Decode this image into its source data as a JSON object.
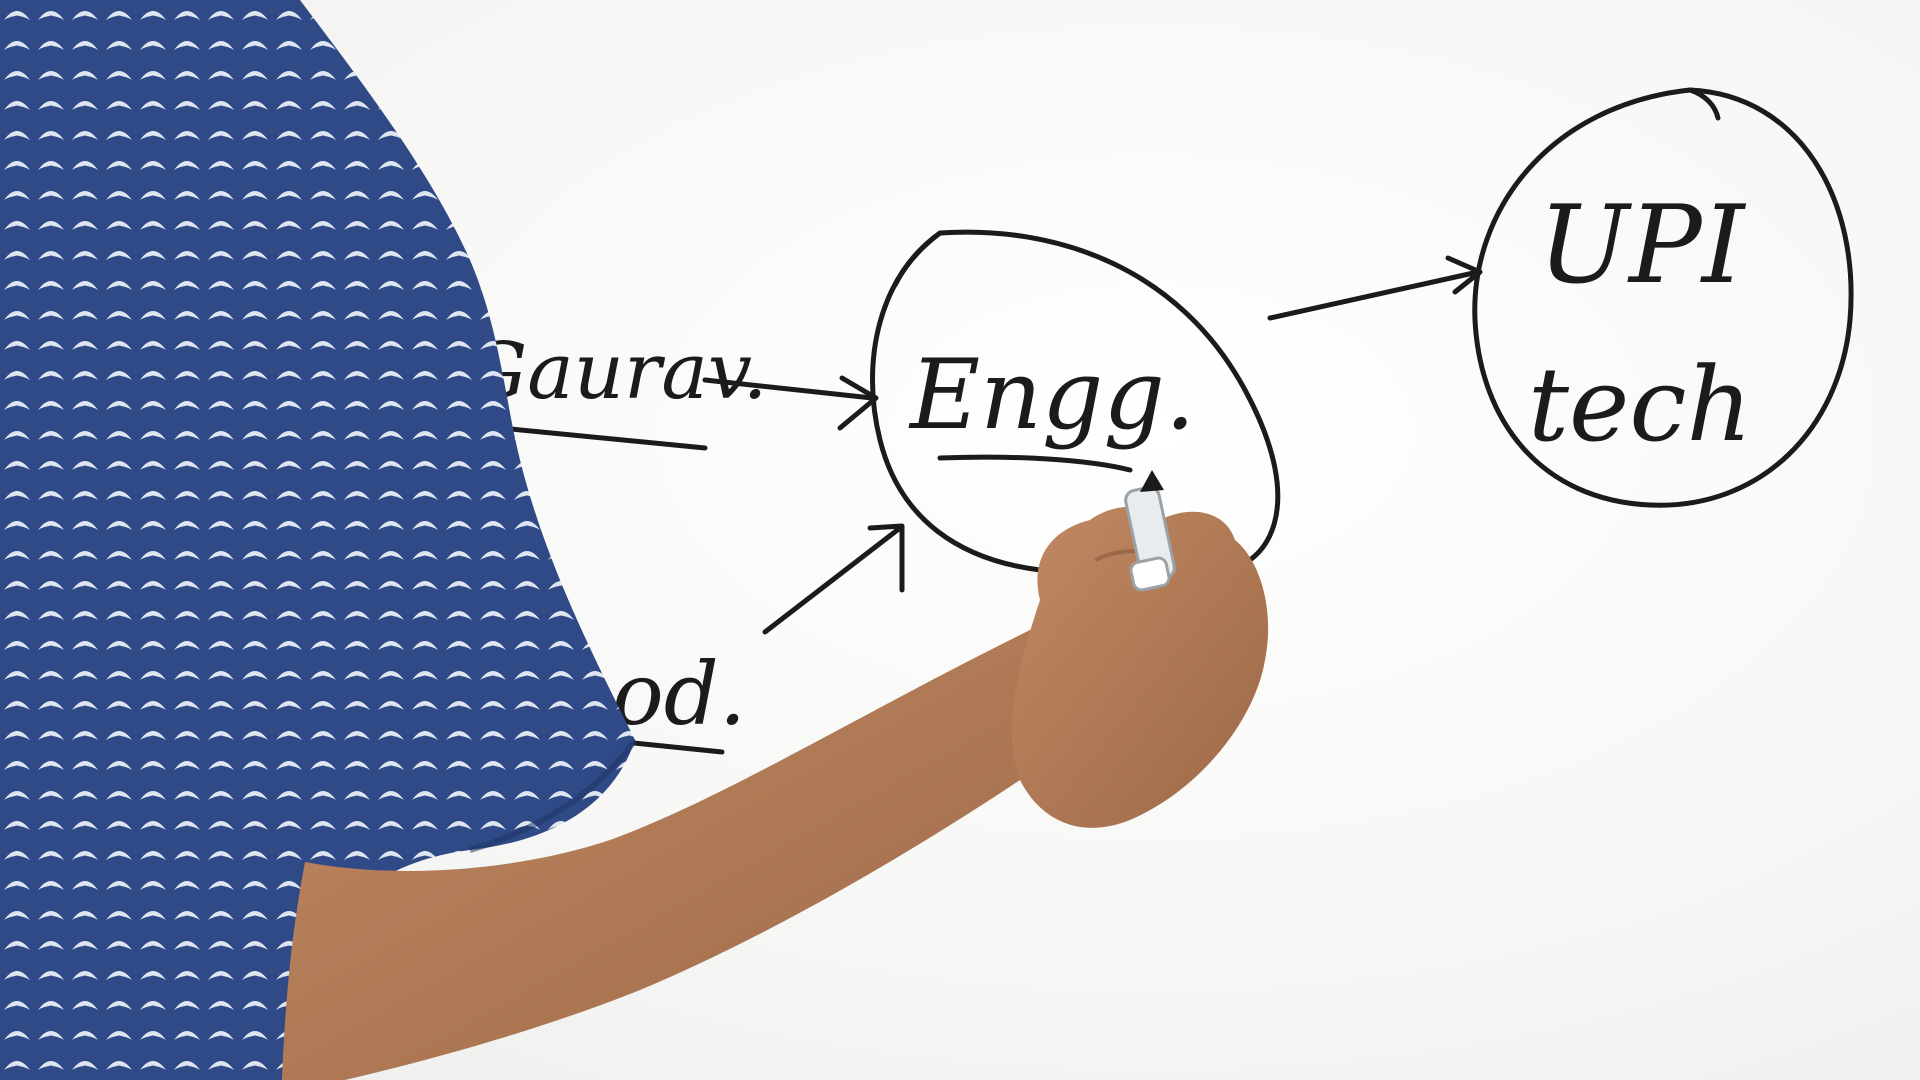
{
  "board": {
    "background_color": "#f7f7f5",
    "ink_color": "#1b1b1b",
    "shirt_color": "#2f4a86",
    "shirt_pattern_color": "#dfe6f2",
    "skin_color": "#b07a55"
  },
  "whiteboard_text": {
    "left_top": "Gaurav.",
    "left_bottom": "od.",
    "center": "Engg.",
    "right_top": "UPI",
    "right_bottom": "tech"
  }
}
